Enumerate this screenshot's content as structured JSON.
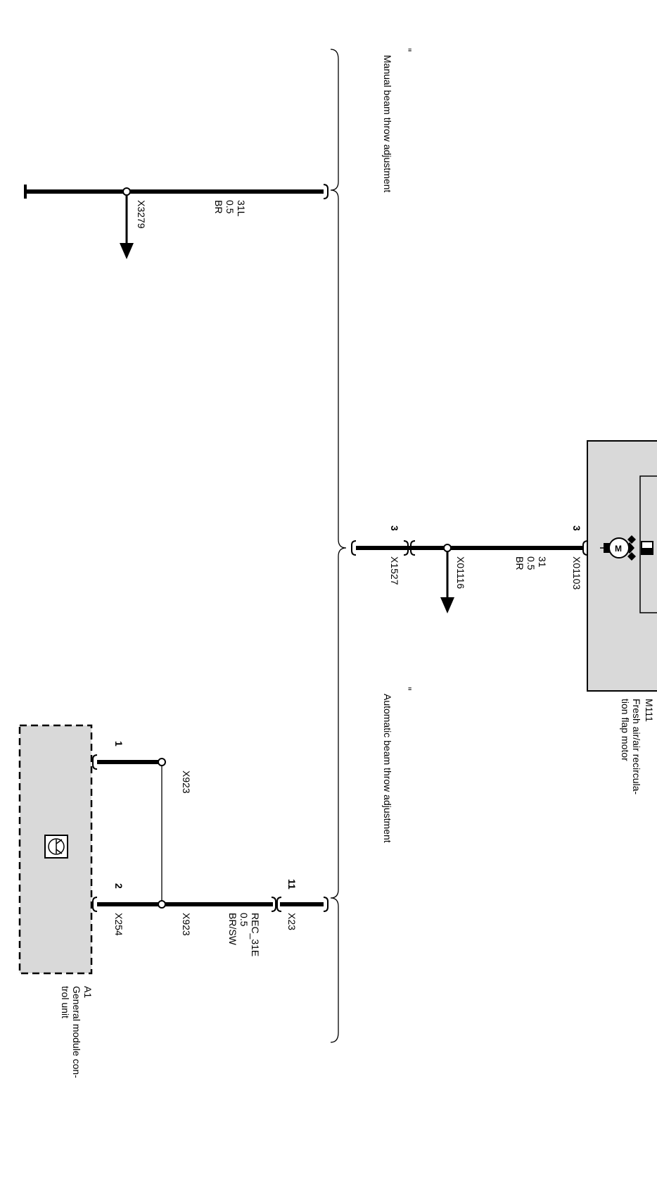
{
  "groups": {
    "manual": "Manual beam   throw adjustment",
    "automatic": "Automatic beam throw adjustment"
  },
  "components": {
    "m111": {
      "id": "M111",
      "desc_line1": "Fresh air/air recircula-",
      "desc_line2": "tion flap motor",
      "symbol": "M"
    },
    "a1": {
      "id": "A1",
      "desc_line1": "General module con-",
      "desc_line2": "trol unit"
    }
  },
  "wires": {
    "manual_ground": {
      "name": "31L",
      "size": "0.5",
      "color": "BR"
    },
    "flap_ground": {
      "name": "31",
      "size": "0.5",
      "color": "BR"
    },
    "module_ground": {
      "name": "REC_31E",
      "size": "0.5",
      "color": "BR/SW"
    }
  },
  "connectors": {
    "x3279": "X3279",
    "x01103": "X01103",
    "x01116": "X01116",
    "x1527": "X1527",
    "x923_top": "X923",
    "x923_bottom": "X923",
    "x23": "X23",
    "x254": "X254"
  },
  "pins": {
    "x01103": "3",
    "x1527": "3",
    "x23": "11",
    "x254_1": "1",
    "x254_2": "2"
  },
  "colors": {
    "component_fill": "#d9d9d9",
    "line": "#000000"
  }
}
